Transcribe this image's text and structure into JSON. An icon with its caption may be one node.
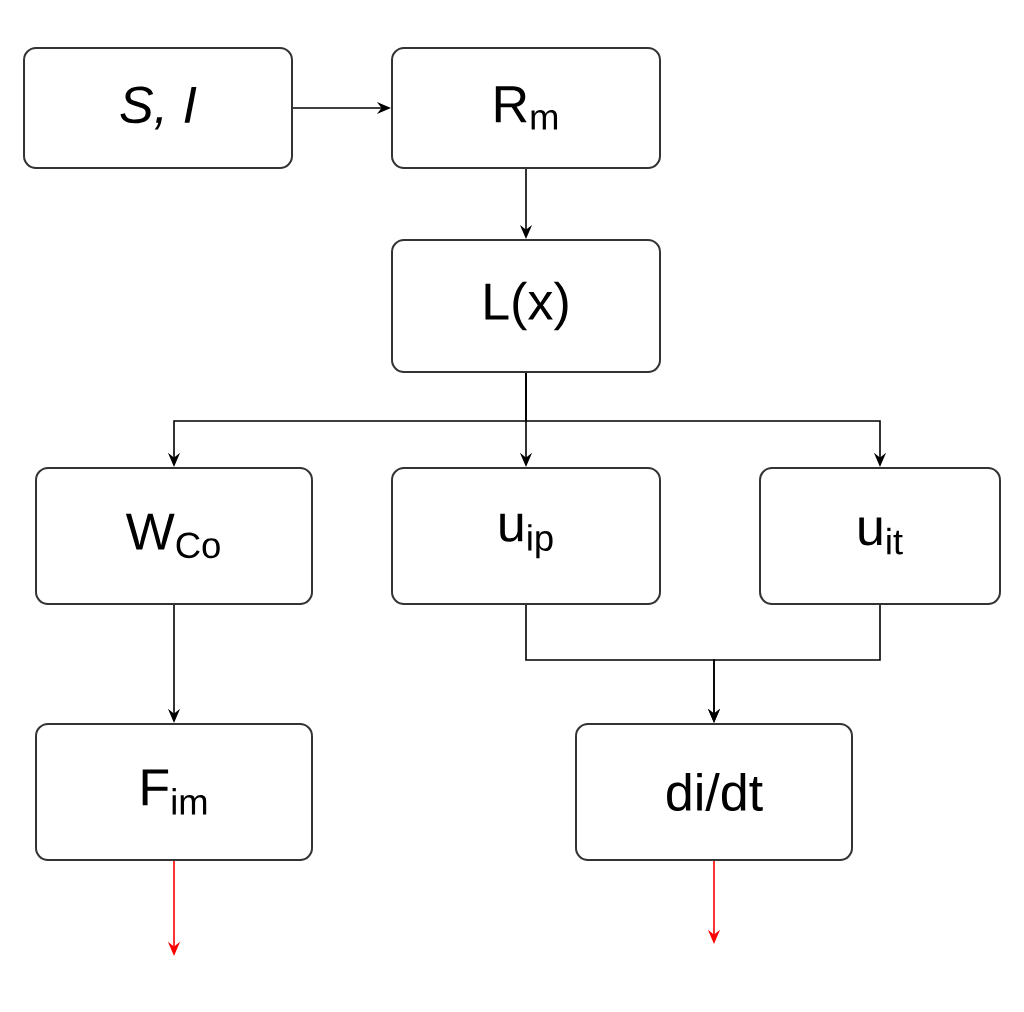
{
  "diagram": {
    "nodes": [
      {
        "text": [
          "S, I"
        ]
      },
      {
        "text": [
          "R$_{m}$"
        ]
      },
      {
        "text": [
          "L(x)"
        ]
      },
      {
        "text": [
          "W$_{Co}$"
        ]
      },
      {
        "text": [
          "u$_{ip}$"
        ]
      },
      {
        "text": [
          "u$_{it}$"
        ]
      },
      {
        "text": [
          "F$_{im}$"
        ]
      },
      {
        "text": [
          "di/dt"
        ]
      }
    ],
    "edges": [
      {
        "from": 0,
        "to": 1,
        "arrow": "to"
      },
      {
        "from": 1,
        "to": 2,
        "arrow": "to"
      },
      {
        "from": 2,
        "to": 3,
        "arrow": "to"
      },
      {
        "from": 2,
        "to": 4,
        "arrow": "to"
      },
      {
        "from": 2,
        "to": 5,
        "arrow": "to"
      },
      {
        "from": 3,
        "to": 6,
        "arrow": "to"
      },
      {
        "from": 4,
        "to": 7,
        "arrow": "to"
      },
      {
        "from": 5,
        "to": 7,
        "arrow": "to"
      },
      {
        "from": 6,
        "to": null,
        "arrow": "to",
        "color": "#ff0000"
      },
      {
        "from": 7,
        "to": null,
        "arrow": "to",
        "color": "#ff0000"
      }
    ]
  }
}
